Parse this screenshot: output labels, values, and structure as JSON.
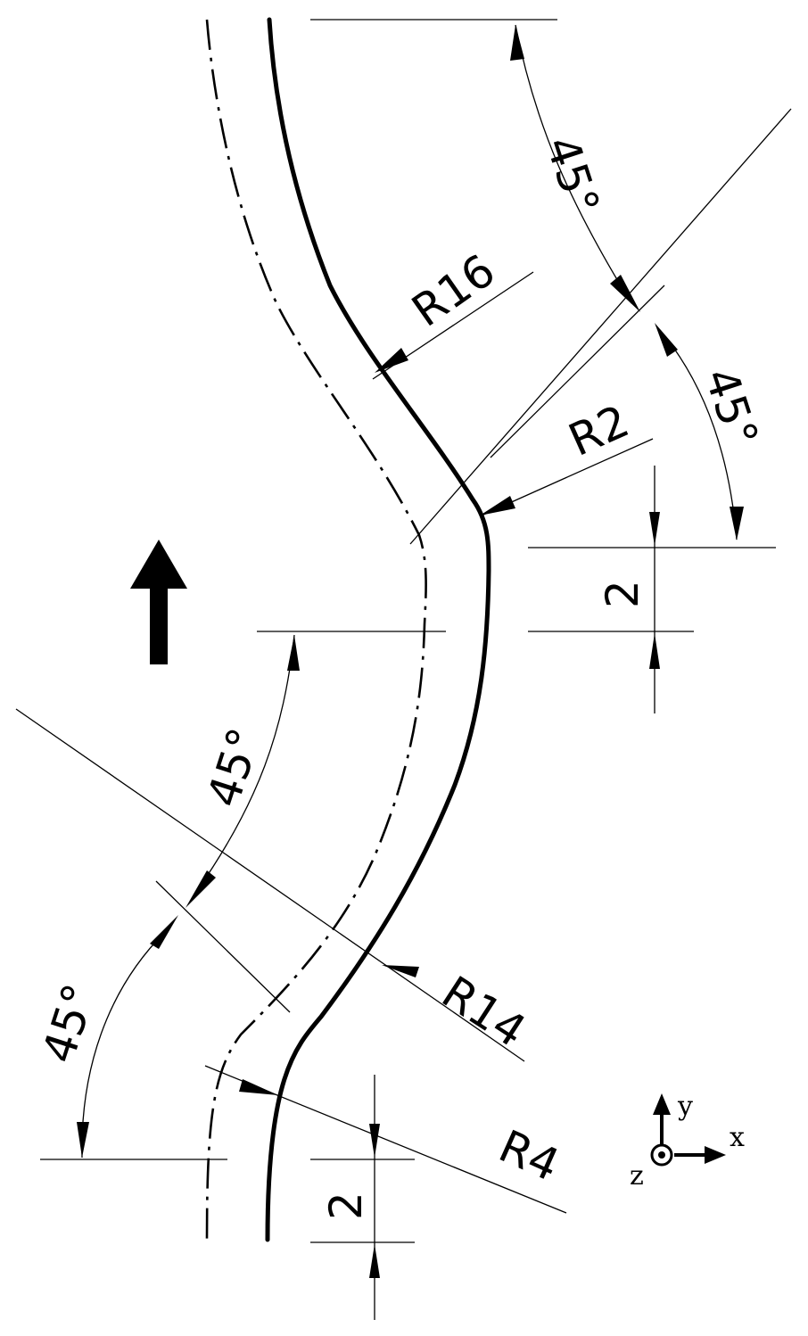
{
  "dimensions": {
    "upper_angle_top": "45°",
    "upper_angle_bottom": "45°",
    "upper_radius_large": "R16",
    "upper_radius_small": "R2",
    "upper_offset": "2",
    "lower_angle_top": "45°",
    "lower_angle_bottom": "45°",
    "lower_radius_large": "R14",
    "lower_radius_small": "R4",
    "lower_offset": "2"
  },
  "axes": {
    "x": "x",
    "y": "y",
    "z": "z"
  }
}
